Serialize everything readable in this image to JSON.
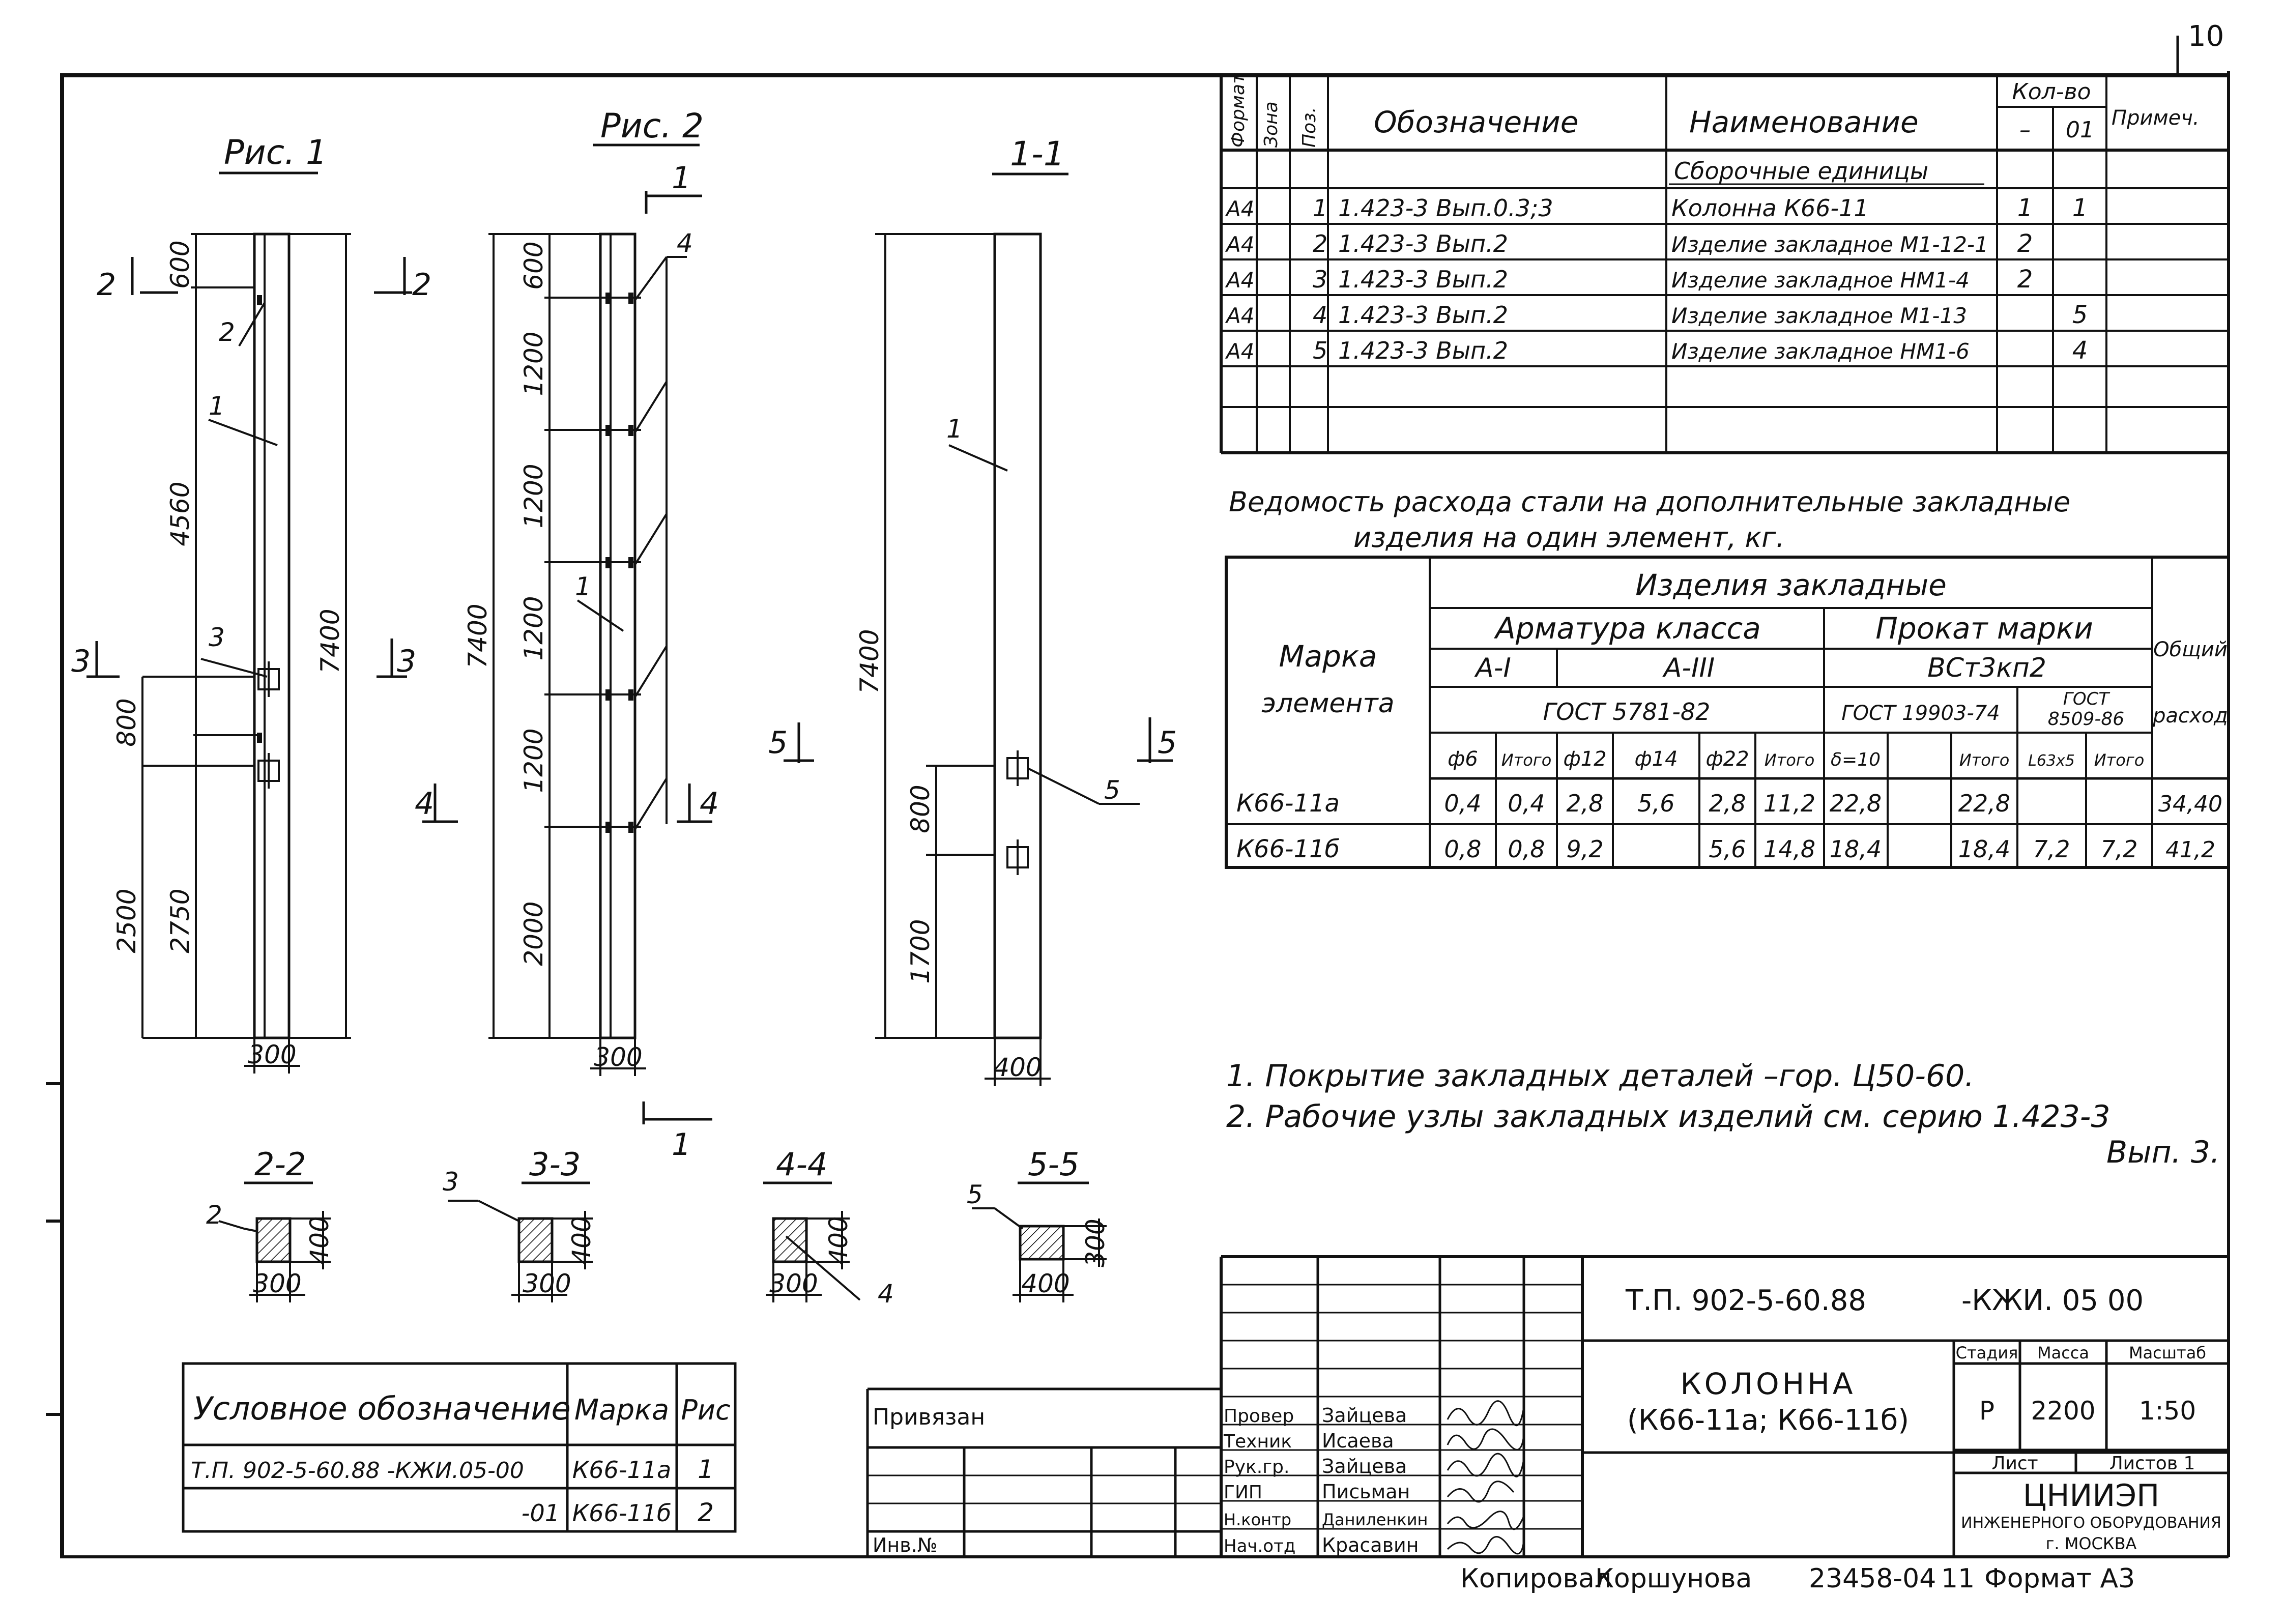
{
  "sheet": {
    "page_number": "10",
    "copied_by": "Копировал",
    "copier_name": "Коршунова",
    "doc_number": "23458-04",
    "doc_number_suffix": "11",
    "format_label": "Формат А3"
  },
  "views": {
    "fig1_title": "Рис. 1",
    "fig2_title": "Рис. 2",
    "section_1_1_title": "1-1",
    "fig1": {
      "dims": [
        "600",
        "4560",
        "800",
        "2500",
        "2750",
        "7400",
        "300"
      ],
      "callouts": [
        "2",
        "1",
        "3"
      ],
      "cuts": [
        "2",
        "2",
        "3",
        "3"
      ]
    },
    "fig2": {
      "dims": [
        "600",
        "1200",
        "1200",
        "1200",
        "1200",
        "2000",
        "7400",
        "300"
      ],
      "callouts": [
        "4",
        "1"
      ],
      "cuts": [
        "1",
        "1",
        "4",
        "4"
      ]
    },
    "section_1_1": {
      "dims": [
        "7400",
        "800",
        "1700",
        "400"
      ],
      "callouts": [
        "1",
        "5"
      ],
      "cuts": [
        "5",
        "5"
      ]
    }
  },
  "sections": [
    {
      "title": "2-2",
      "callout": "2",
      "w": "300",
      "h": "400"
    },
    {
      "title": "3-3",
      "callout": "3",
      "w": "300",
      "h": "400"
    },
    {
      "title": "4-4",
      "callout": "4",
      "w": "300",
      "h": "400"
    },
    {
      "title": "5-5",
      "callout": "5",
      "w": "400",
      "h": "300"
    }
  ],
  "spec_table": {
    "headers": {
      "format": "Формат",
      "zone": "Зона",
      "pos": "Поз.",
      "designation": "Обозначение",
      "name": "Наименование",
      "qty": "Кол-во",
      "qty_a": "–",
      "qty_b": "01",
      "note": "Примеч."
    },
    "group_title": "Сборочные единицы",
    "rows": [
      {
        "format": "А4",
        "pos": "1",
        "designation": "1.423-3  Вып.0.3;3",
        "name": "Колонна К66-11",
        "qty_a": "1",
        "qty_b": "1"
      },
      {
        "format": "А4",
        "pos": "2",
        "designation": "1.423-3  Вып.2",
        "name": "Изделие закладное М1-12-1",
        "qty_a": "2",
        "qty_b": ""
      },
      {
        "format": "А4",
        "pos": "3",
        "designation": "1.423-3  Вып.2",
        "name": "Изделие закладное НМ1-4",
        "qty_a": "2",
        "qty_b": ""
      },
      {
        "format": "А4",
        "pos": "4",
        "designation": "1.423-3  Вып.2",
        "name": "Изделие закладное М1-13",
        "qty_a": "",
        "qty_b": "5"
      },
      {
        "format": "А4",
        "pos": "5",
        "designation": "1.423-3  Вып.2",
        "name": "Изделие закладное НМ1-6",
        "qty_a": "",
        "qty_b": "4"
      }
    ]
  },
  "steel_title_line1": "Ведомость расхода стали на дополнительные закладные",
  "steel_title_line2": "изделия на один элемент, кг.",
  "steel_table": {
    "h_mark": "Марка",
    "h_mark2": "элемента",
    "h_group": "Изделия закладные",
    "h_armatura": "Арматура класса",
    "h_prokat": "Прокат марки",
    "h_total": "Общий",
    "h_total2": "расход",
    "h_a1": "А-I",
    "h_a3": "А-III",
    "h_steel": "ВСт3кп2",
    "h_gost1": "ГОСТ 5781-82",
    "h_gost2": "ГОСТ 19903-74",
    "h_gost3_a": "ГОСТ",
    "h_gost3_b": "8509-86",
    "cols": [
      "ф6",
      "Итого",
      "ф12",
      "ф14",
      "ф22",
      "Итого",
      "δ=10",
      "",
      "Итого",
      "L63х5",
      "Итого"
    ],
    "rows": [
      {
        "mark": "К66-11а",
        "cells": [
          "0,4",
          "0,4",
          "2,8",
          "5,6",
          "2,8",
          "11,2",
          "22,8",
          "",
          "22,8",
          "",
          ""
        ],
        "total": "34,40"
      },
      {
        "mark": "К66-11б",
        "cells": [
          "0,8",
          "0,8",
          "9,2",
          "",
          "5,6",
          "14,8",
          "18,4",
          "",
          "18,4",
          "7,2",
          "7,2"
        ],
        "total": "41,2"
      }
    ]
  },
  "notes": {
    "n1": "1. Покрытие закладных деталей –гор. Ц50-60.",
    "n2": "2. Рабочие узлы закладных изделий см. серию 1.423-3",
    "n2b": "Вып. 3."
  },
  "legend": {
    "h_desc": "Условное обозначение",
    "h_mark": "Марка",
    "h_fig": "Рис",
    "rows": [
      {
        "desc": "Т.П. 902-5-60.88    -КЖИ.05-00",
        "mark": "К66-11а",
        "fig": "1"
      },
      {
        "desc": "-01",
        "mark": "К66-11б",
        "fig": "2"
      }
    ]
  },
  "privyazan": {
    "label": "Привязан",
    "inv": "Инв.№"
  },
  "title_block": {
    "code": "Т.П. 902-5-60.88",
    "code2": "-КЖИ. 05 00",
    "title1": "КОЛОННА",
    "title2": "(К66-11а; К66-11б)",
    "stage_h": "Стадия",
    "mass_h": "Масса",
    "scale_h": "Масштаб",
    "stage": "Р",
    "mass": "2200",
    "scale": "1:50",
    "sheet_h": "Лист",
    "sheets_h": "Листов 1",
    "org1": "ЦНИИЭП",
    "org2": "ИНЖЕНЕРНОГО ОБОРУДОВАНИЯ",
    "org3": "г. МОСКВА",
    "roles": [
      "Провер",
      "Техник",
      "Рук.гр.",
      "ГИП",
      "Н.контр",
      "Нач.отд"
    ],
    "names": [
      "Зайцева",
      "Исаева",
      "Зайцева",
      "Письман",
      "Даниленкин",
      "Красавин"
    ]
  }
}
